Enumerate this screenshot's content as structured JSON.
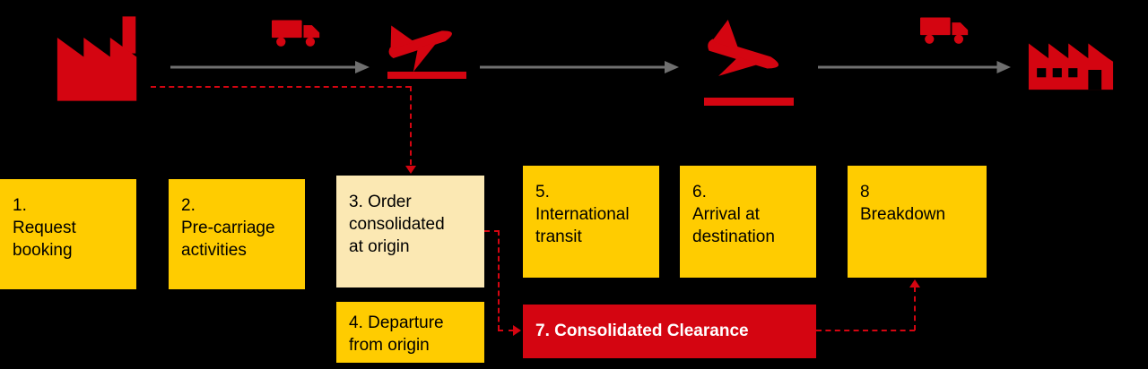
{
  "diagram": {
    "steps": [
      {
        "id": "1",
        "label": "1.\nRequest\nbooking",
        "style": "yellow"
      },
      {
        "id": "2",
        "label": "2.\nPre-carriage\nactivities",
        "style": "yellow"
      },
      {
        "id": "3",
        "label": "3. Order\nconsolidated\nat origin",
        "style": "cream"
      },
      {
        "id": "4",
        "label": "4. Departure\nfrom origin",
        "style": "yellow"
      },
      {
        "id": "5",
        "label": "5.\nInternational\ntransit",
        "style": "yellow"
      },
      {
        "id": "6",
        "label": "6.\nArrival at\ndestination",
        "style": "yellow"
      },
      {
        "id": "7",
        "label": "7. Consolidated Clearance",
        "style": "red"
      },
      {
        "id": "8",
        "label": "8\nBreakdown",
        "style": "yellow"
      }
    ],
    "flow_icons": [
      "factory-icon",
      "truck-icon",
      "plane-takeoff-icon",
      "plane-landing-icon",
      "truck-icon",
      "factory-icon"
    ],
    "connector_style": "red-dashed-arrows",
    "flow_arrow_style": "gray-solid-arrows"
  },
  "colors": {
    "red": "#D40511",
    "yellow": "#FFCC00",
    "cream": "#FBE8B3",
    "gray_arrow": "#6F6F6F",
    "background": "#000000",
    "text_dark": "#000000",
    "text_light": "#FFFFFF"
  }
}
